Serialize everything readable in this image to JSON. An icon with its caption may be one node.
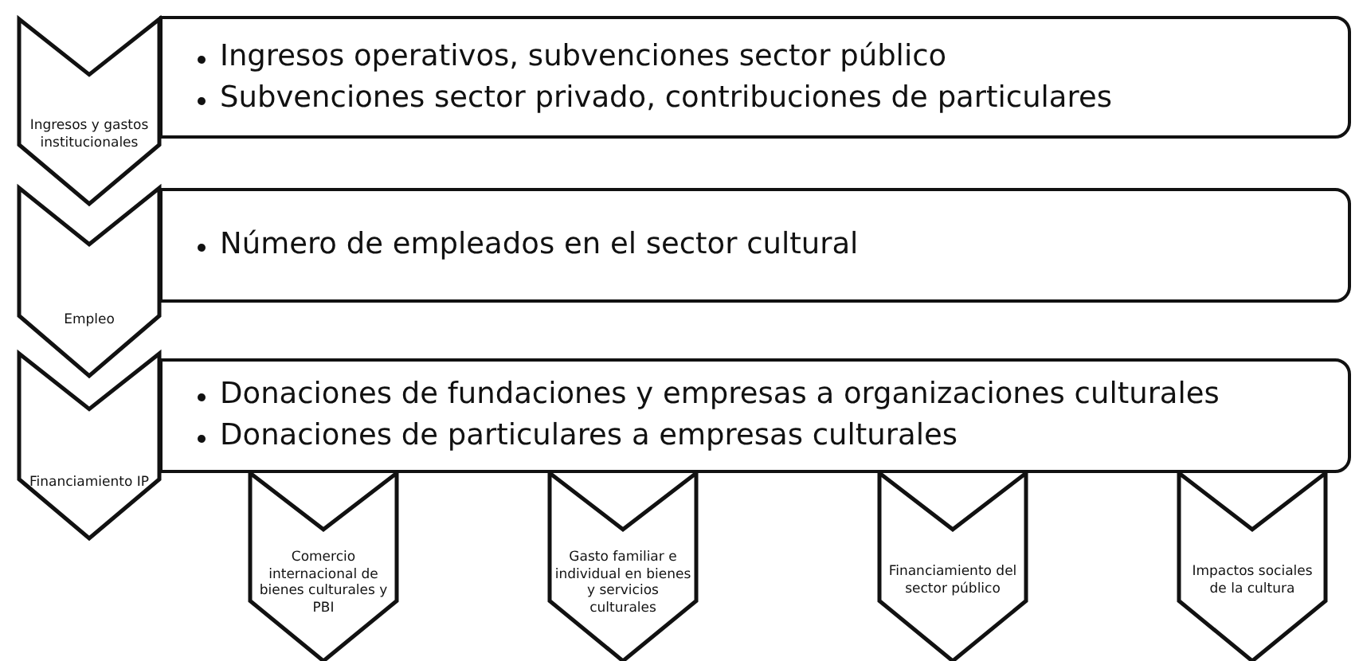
{
  "diagram": {
    "nodes": [
      {
        "text": [
          "Ingresos y gastos institucionales"
        ]
      },
      {
        "text": [
          "Ingresos operativos, subvenciones sector público",
          "Subvenciones sector privado, contribuciones de particulares"
        ]
      },
      {
        "text": [
          "Empleo"
        ]
      },
      {
        "text": [
          "Número de empleados en el sector cultural"
        ]
      },
      {
        "text": [
          "Financiamiento IP"
        ]
      },
      {
        "text": [
          "Donaciones de fundaciones y empresas a organizaciones culturales",
          "Donaciones de particulares a empresas culturales"
        ]
      },
      {
        "text": [
          "Comercio internacional de bienes culturales y PBI"
        ]
      },
      {
        "text": [
          "Gasto familiar e individual en bienes y servicios culturales"
        ]
      },
      {
        "text": [
          "Financiamiento del sector público"
        ]
      },
      {
        "text": [
          "Impactos sociales de la cultura"
        ]
      }
    ]
  }
}
